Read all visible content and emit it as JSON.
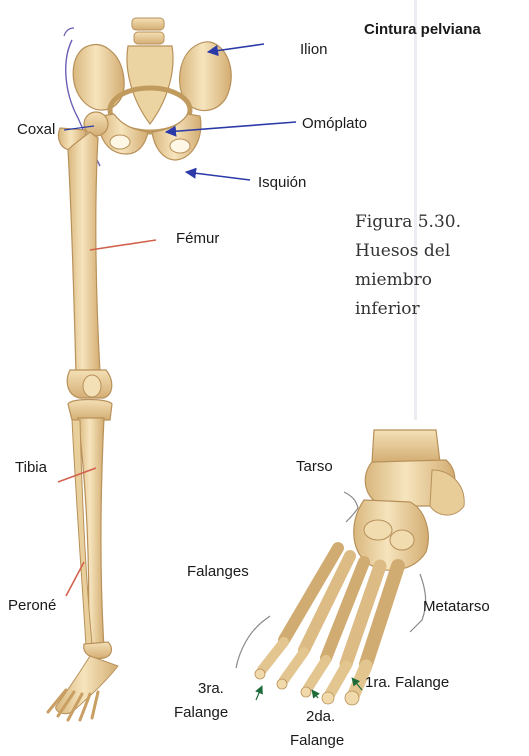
{
  "diagram": {
    "header": "Cintura pelviana",
    "caption": [
      "Figura 5.30.",
      "Huesos del",
      "miembro",
      "inferior"
    ],
    "labels": {
      "ilion": "Ilion",
      "coxal": "Coxal",
      "omoplato": "Omóplato",
      "isquion": "Isquión",
      "femur": "Fémur",
      "tibia": "Tibia",
      "perone": "Peroné",
      "tarso": "Tarso",
      "falanges": "Falanges",
      "metatarso": "Metatarso",
      "falange1": "1ra. Falange",
      "falange2_a": "2da.",
      "falange2_b": "Falange",
      "falange3_a": "3ra.",
      "falange3_b": "Falange"
    },
    "colors": {
      "bone": "#efd9ad",
      "bone_shadow": "#c9a46a",
      "arrow_blue": "#2b3aa8",
      "arrow_red": "#d2624e",
      "arrow_green": "#1e6b3a",
      "outline_purple": "#6a5fb5"
    }
  }
}
